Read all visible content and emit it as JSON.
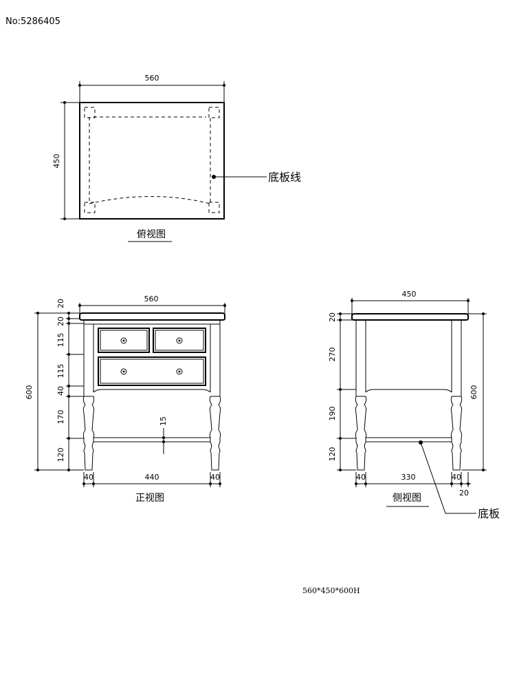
{
  "header": {
    "code": "No:5286405"
  },
  "top_view": {
    "title": "俯视图",
    "width": "560",
    "depth": "450",
    "callout": "底板线"
  },
  "front_view": {
    "title": "正视图",
    "width": "560",
    "left_dims": [
      "20",
      "20",
      "115",
      "115",
      "40",
      "170",
      "120"
    ],
    "total_height": "600",
    "stretcher": "15",
    "bottom_dims": [
      "40",
      "440",
      "40"
    ]
  },
  "side_view": {
    "title": "侧视图",
    "width": "450",
    "left_dims": [
      "20",
      "270",
      "190",
      "120"
    ],
    "total_height": "600",
    "bottom_dims": [
      "40",
      "330",
      "40"
    ],
    "offset": "20",
    "callout": "底板"
  },
  "spec": "560*450*600H"
}
